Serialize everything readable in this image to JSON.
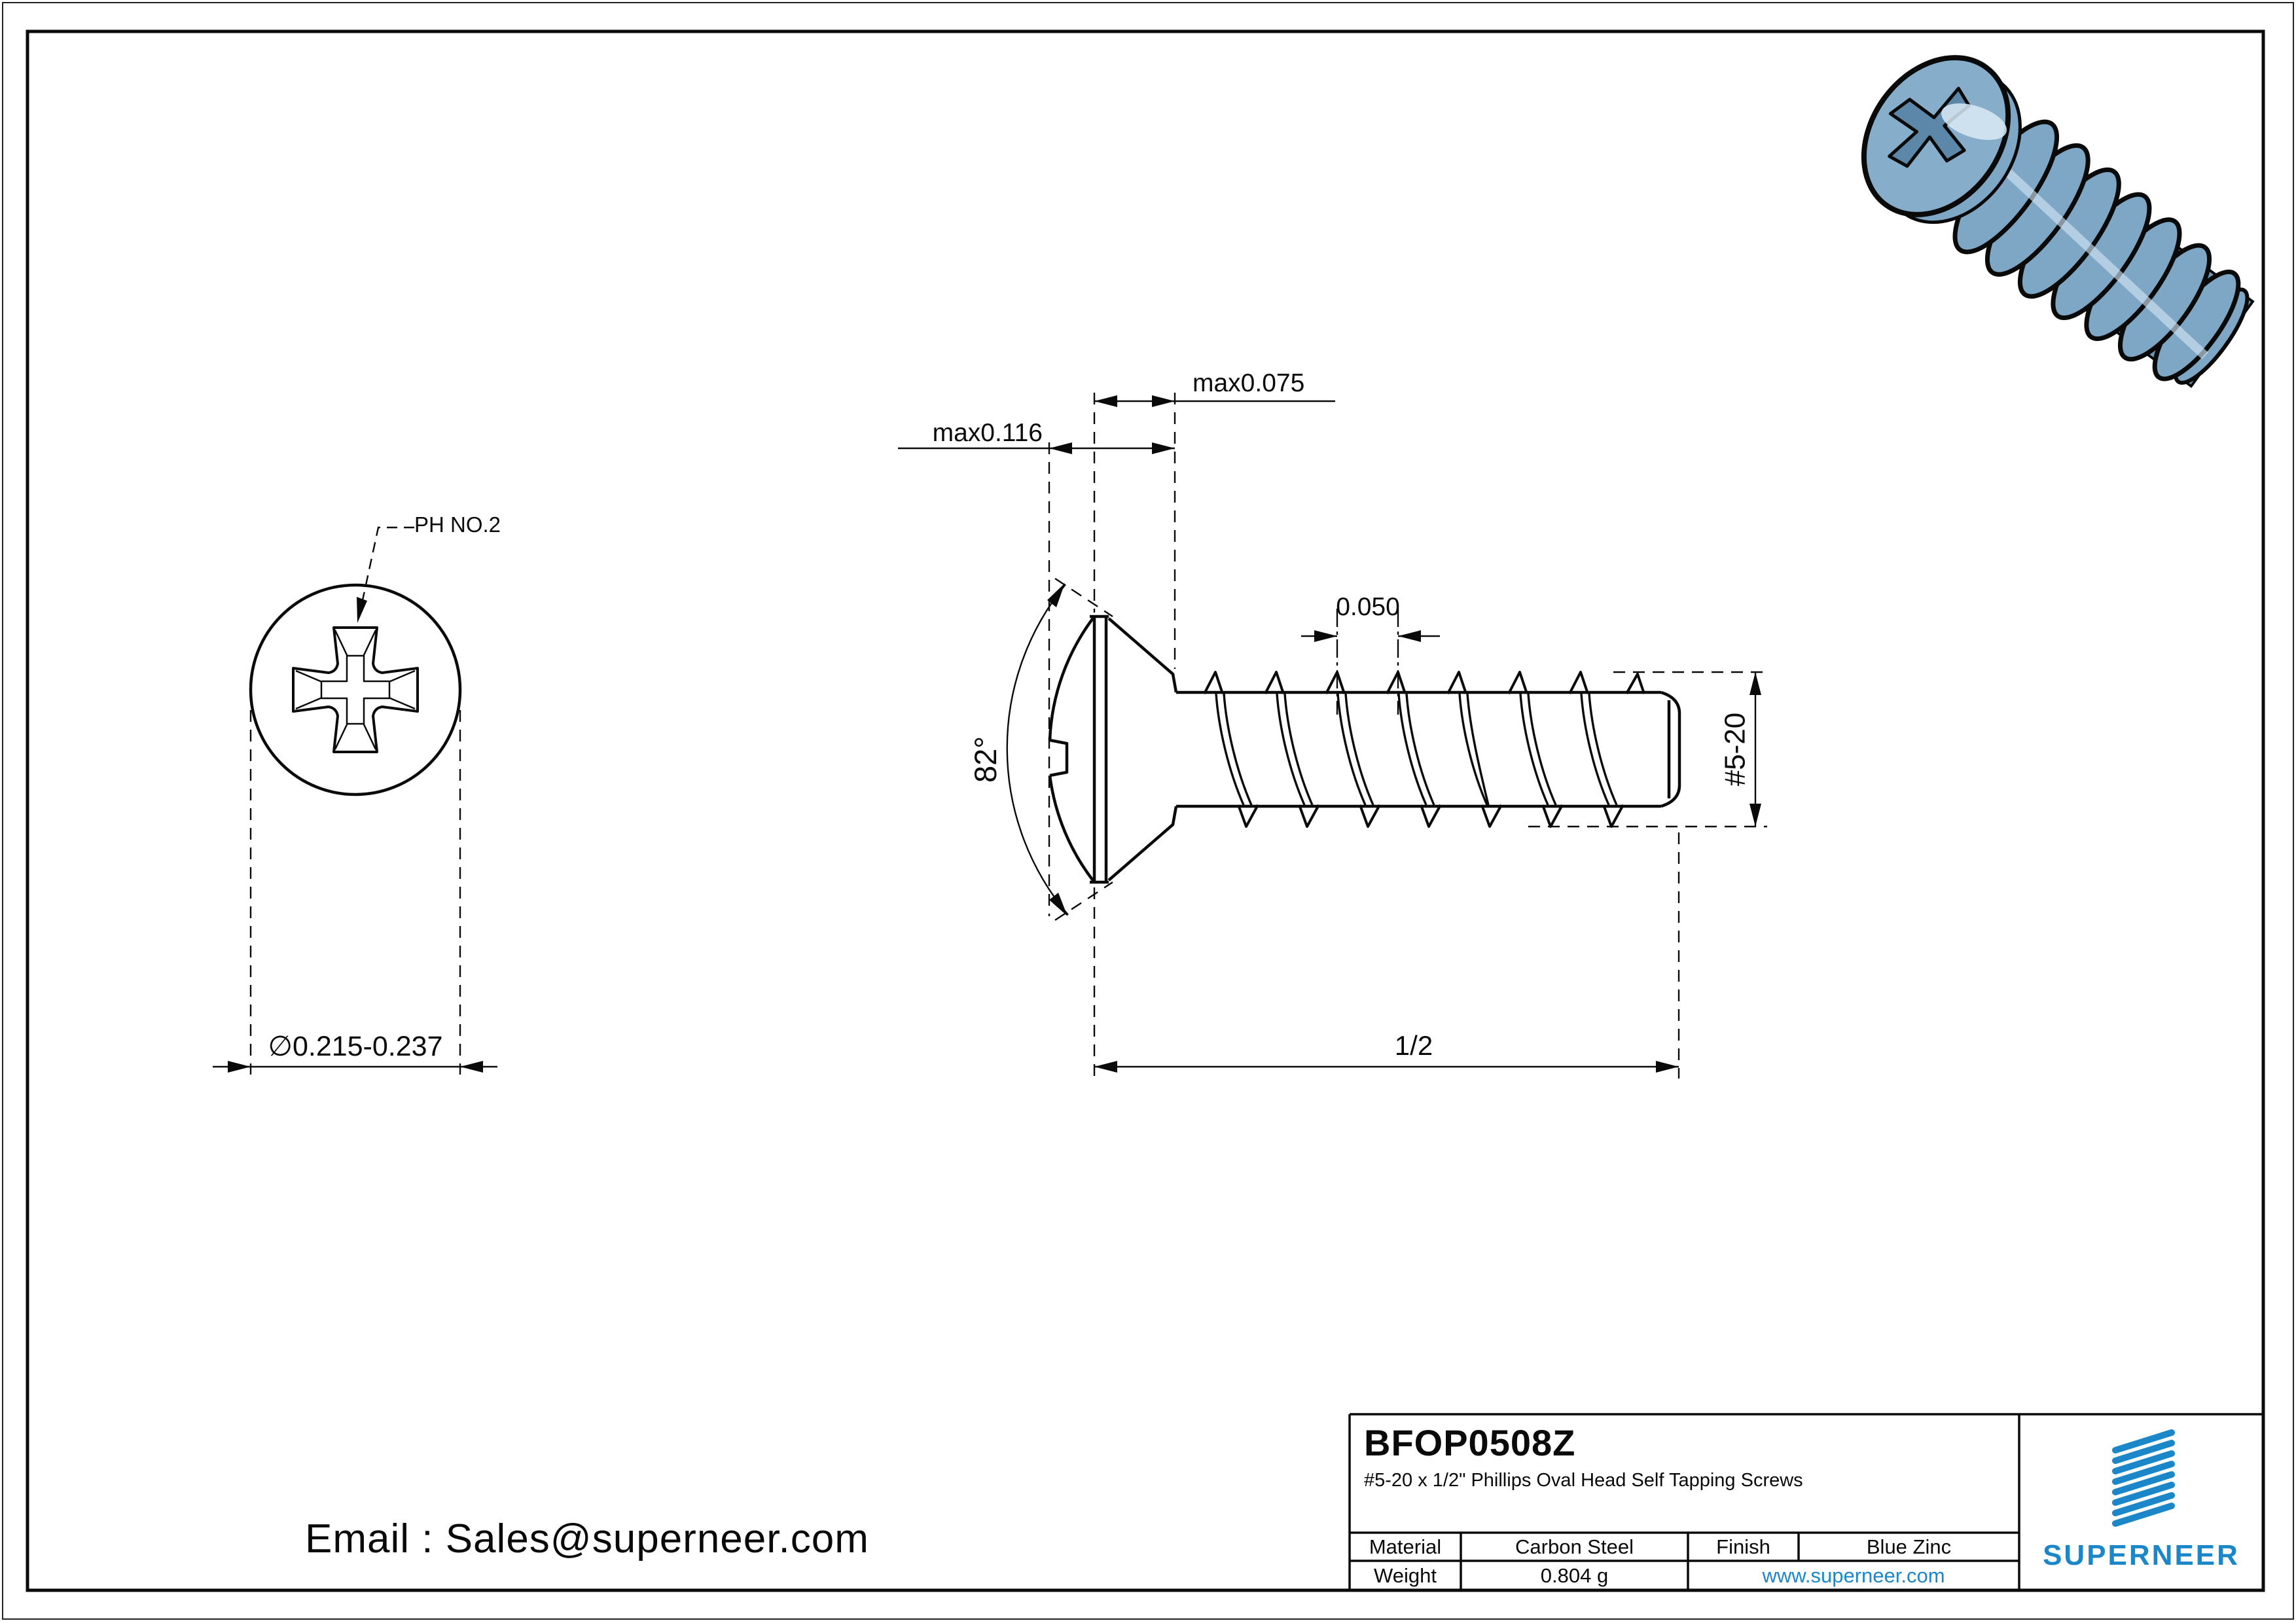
{
  "drawing": {
    "annotations": {
      "recess_label": "PH NO.2",
      "head_diameter": "∅0.215-0.237",
      "head_height": "max0.116",
      "crown_height": "max0.075",
      "thread_pitch": "0.050",
      "head_angle": "82°",
      "thread_size": "#5-20",
      "screw_length": "1/2"
    },
    "contact": {
      "email": "Email : Sales@superneer.com"
    },
    "title_block": {
      "part_number": "BFOP0508Z",
      "description": "#5-20 x 1/2\" Phillips Oval Head Self Tapping Screws",
      "material_label": "Material",
      "material_value": "Carbon Steel",
      "finish_label": "Finish",
      "finish_value": "Blue Zinc",
      "weight_label": "Weight",
      "weight_value": "0.804 g",
      "website": "www.superneer.com",
      "brand": "SUPERNEER"
    },
    "colors": {
      "accent_blue": "#1b87c9",
      "line_black": "#0a0a0a",
      "screw_body_blue": "#7ea6c5",
      "screw_shadow_blue": "#5d87a8",
      "screw_highlight": "#d9eaf6"
    }
  }
}
